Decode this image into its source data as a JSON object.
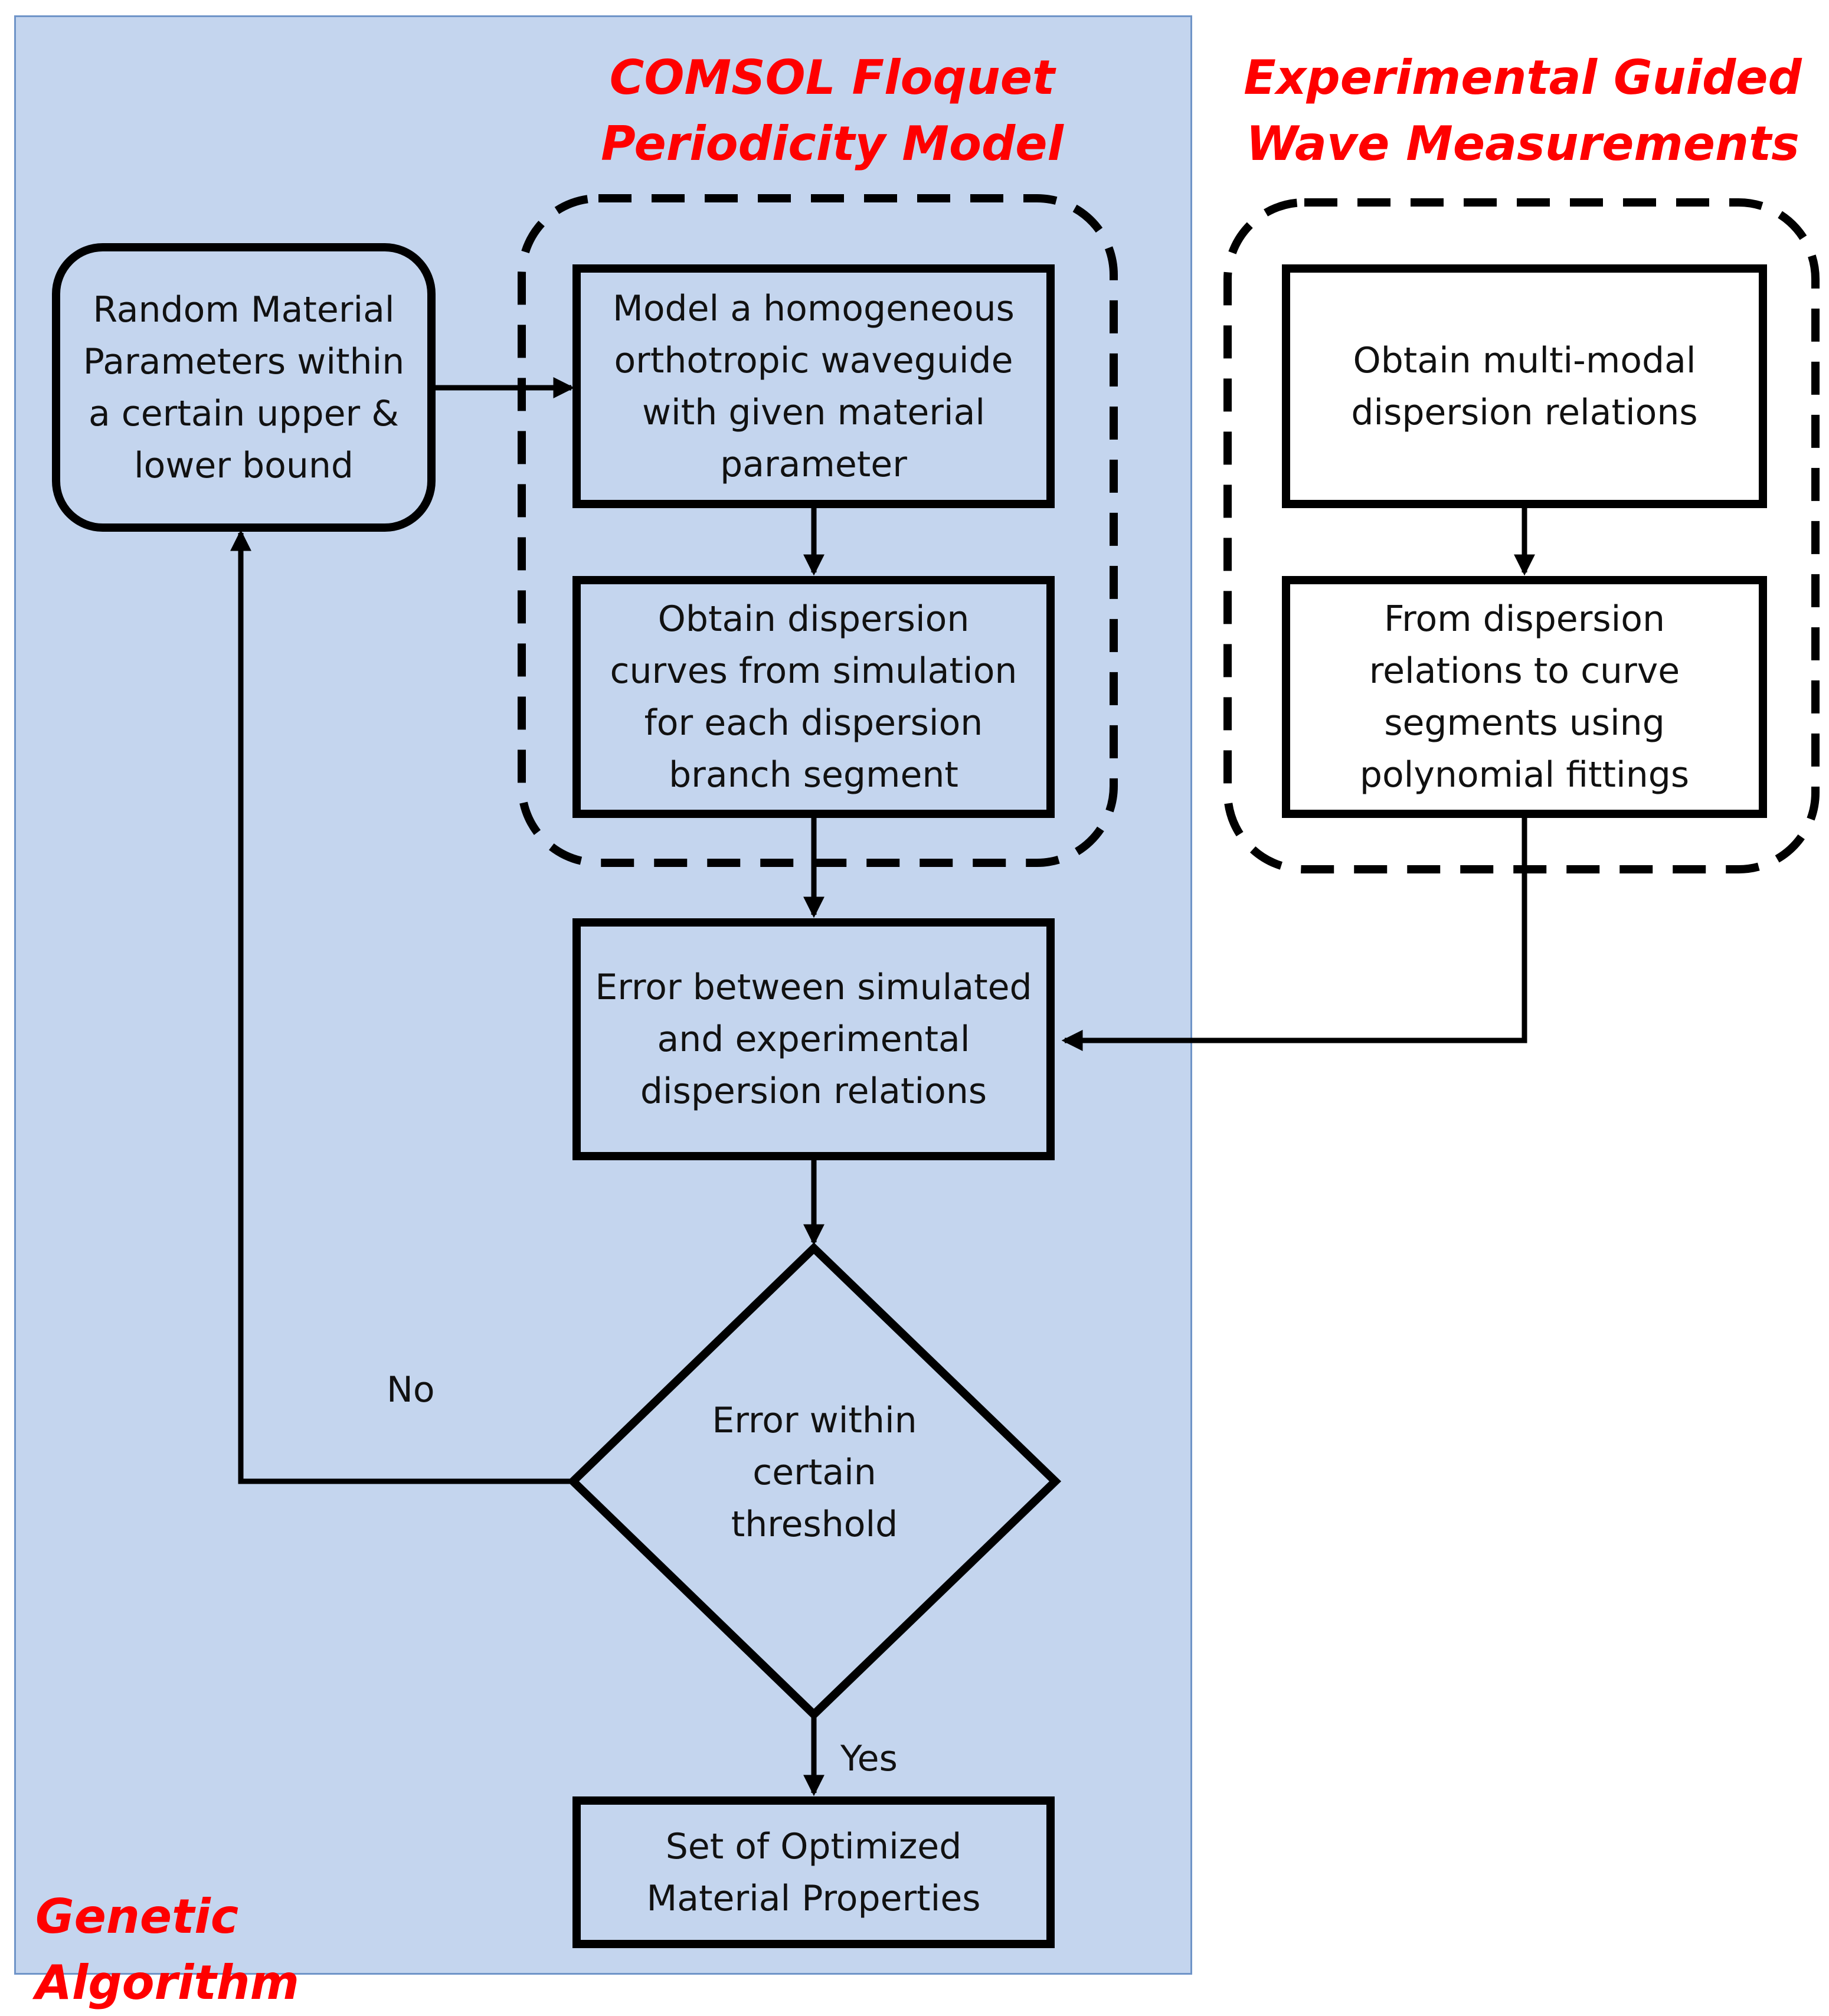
{
  "titles": {
    "comsol": "COMSOL Floquet\nPeriodicity Model",
    "experimental": "Experimental Guided\nWave Measurements",
    "genetic": "Genetic Algorithm"
  },
  "nodes": {
    "random_params": "Random Material Parameters within a certain upper & lower bound",
    "model_waveguide": "Model a homogeneous orthotropic waveguide with given material parameter",
    "obtain_curves": "Obtain dispersion curves from simulation for each dispersion branch segment",
    "obtain_multimodal": "Obtain multi-modal dispersion relations",
    "curve_segments": "From dispersion relations to curve segments using polynomial fittings",
    "error_compare": "Error between simulated and experimental dispersion relations",
    "decision": "Error within certain threshold",
    "optimized": "Set of Optimized Material Properties"
  },
  "edge_labels": {
    "no": "No",
    "yes": "Yes"
  },
  "colors": {
    "region_fill": "#c4d5ee",
    "region_border": "#6f94c8",
    "title_red": "#ff0000",
    "stroke": "#000000"
  }
}
